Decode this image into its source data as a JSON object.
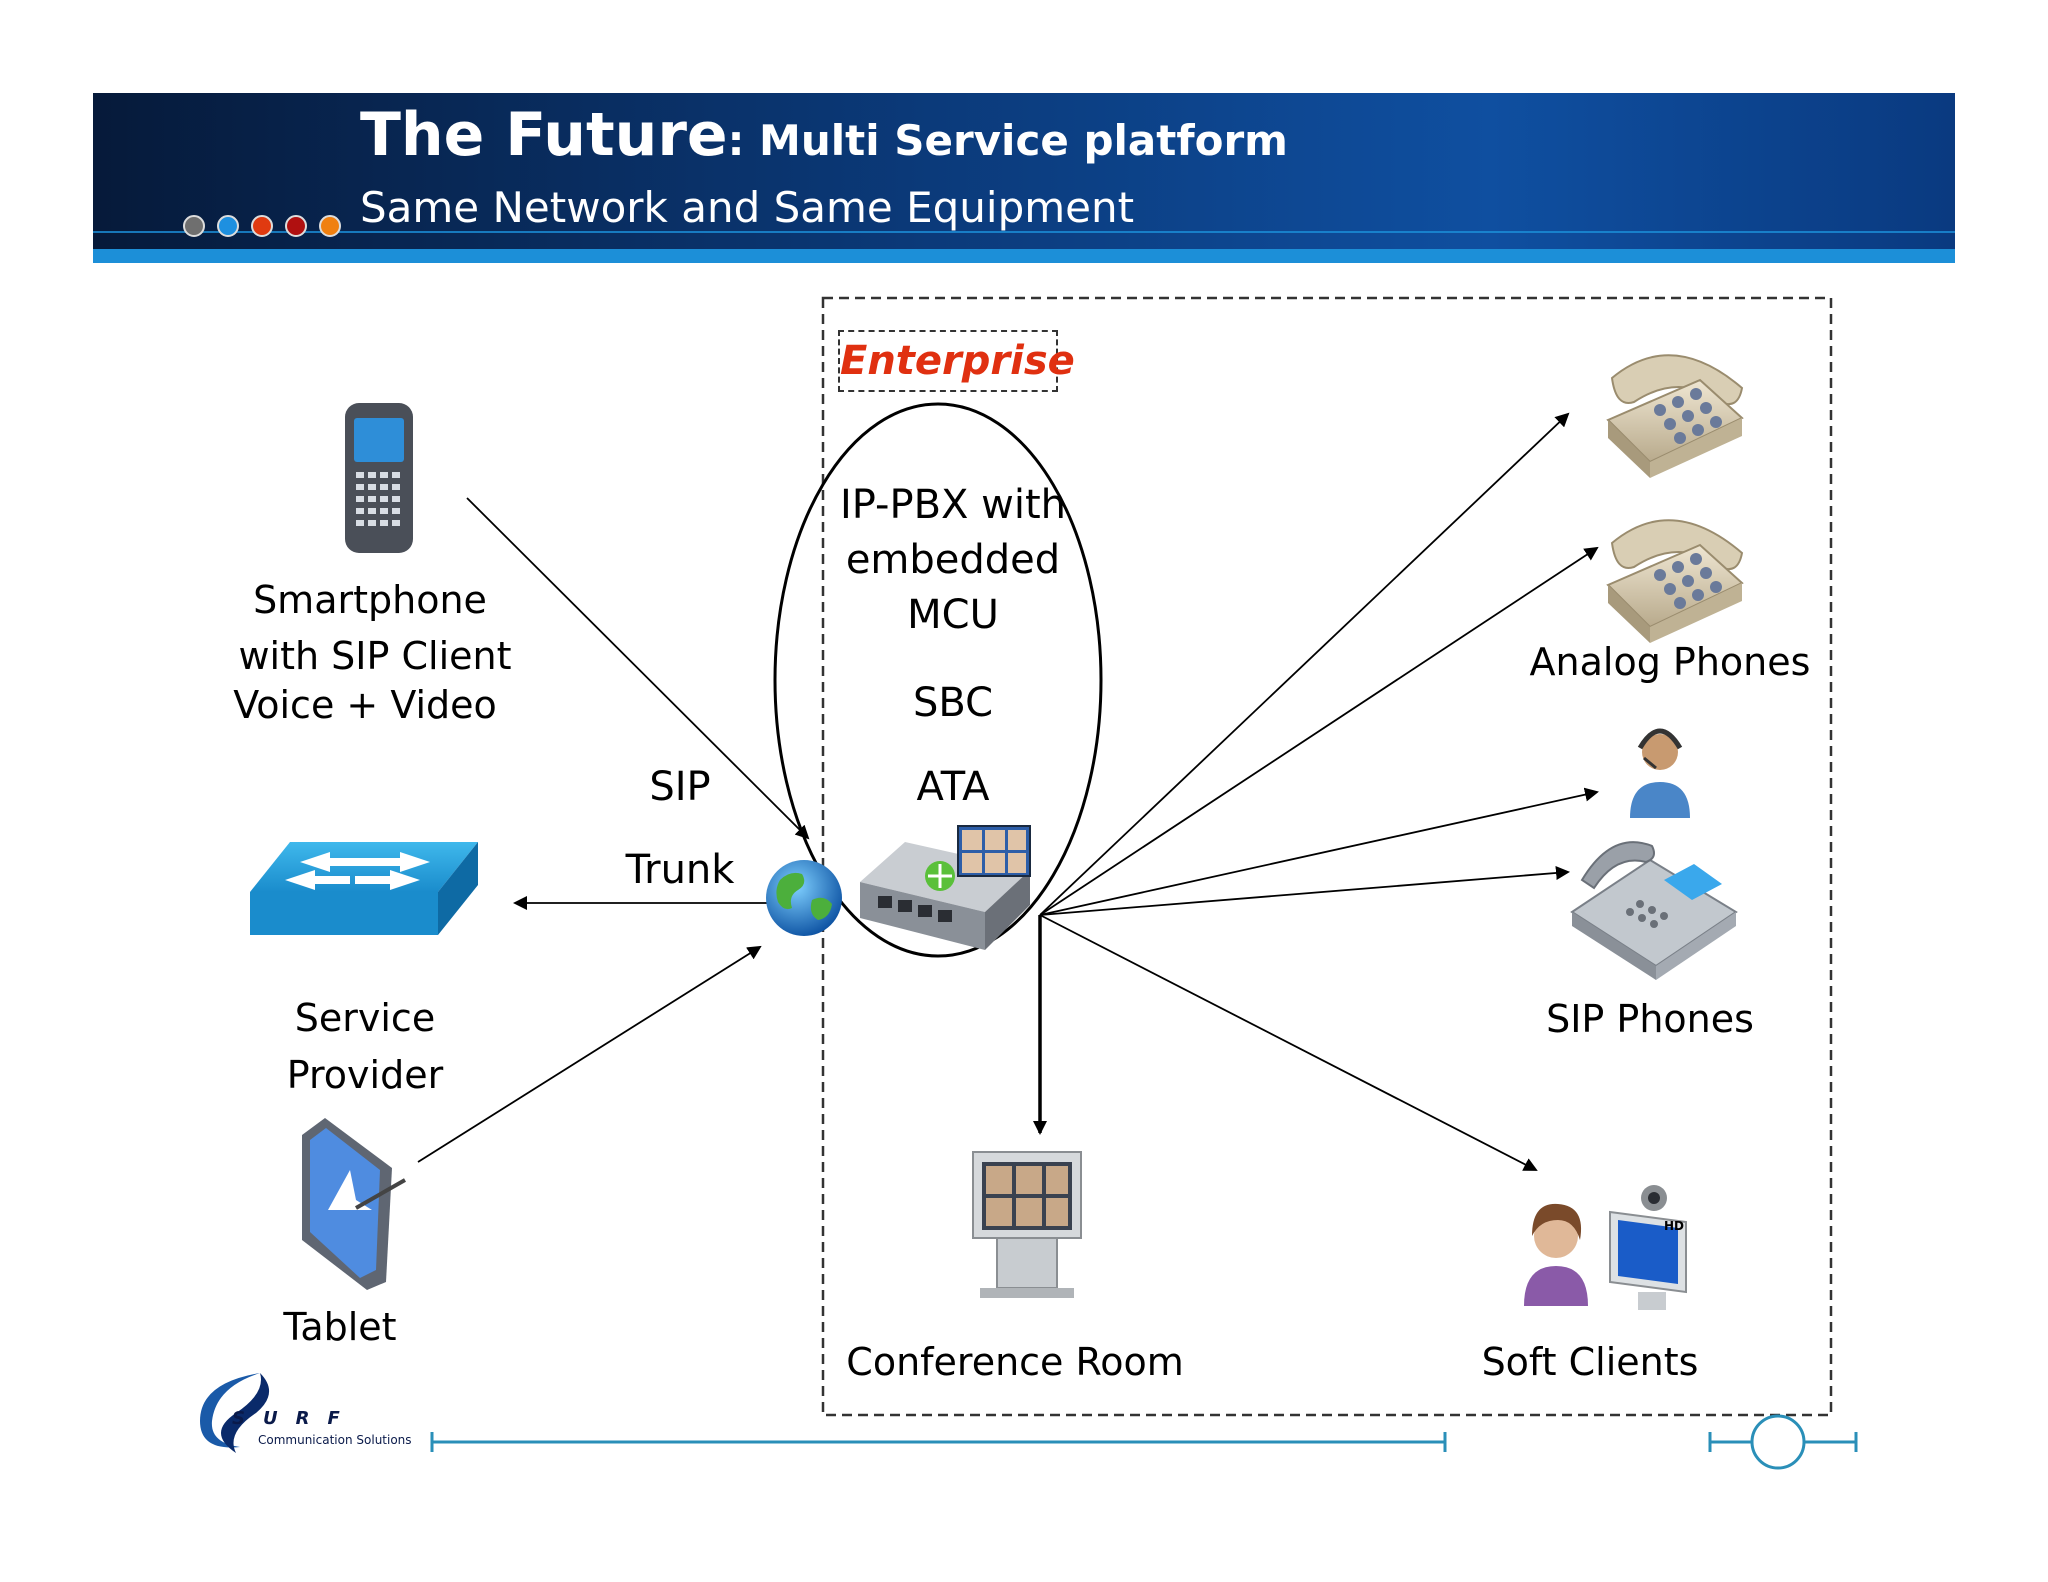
{
  "header": {
    "title_main": "The Future",
    "title_rest": ": Multi Service platform",
    "subtitle": "Same Network and Same Equipment",
    "dot_colors": [
      "#6f6f6f",
      "#1e90e0",
      "#e03a10",
      "#b01010",
      "#f08010"
    ]
  },
  "enterprise": {
    "label": "Enterprise",
    "core_lines": [
      "IP-PBX with",
      "embedded",
      "MCU",
      "SBC",
      "ATA"
    ]
  },
  "connection": {
    "sip": "SIP",
    "trunk": "Trunk"
  },
  "left_nodes": {
    "smartphone": [
      "Smartphone",
      "with SIP Client",
      "Voice + Video"
    ],
    "service_provider": [
      "Service",
      "Provider"
    ],
    "tablet": "Tablet"
  },
  "right_nodes": {
    "analog_phones": "Analog Phones",
    "sip_phones": "SIP Phones",
    "soft_clients": "Soft Clients",
    "conference_room": "Conference Room"
  },
  "logo": {
    "letters": [
      "S",
      "U",
      "R",
      "F"
    ],
    "tagline": "Communication Solutions"
  },
  "colors": {
    "banner": "#0b3a7a",
    "accent": "#1c8fd8",
    "enterprise_text": "#e03010",
    "footer_line": "#2a8fb8"
  }
}
